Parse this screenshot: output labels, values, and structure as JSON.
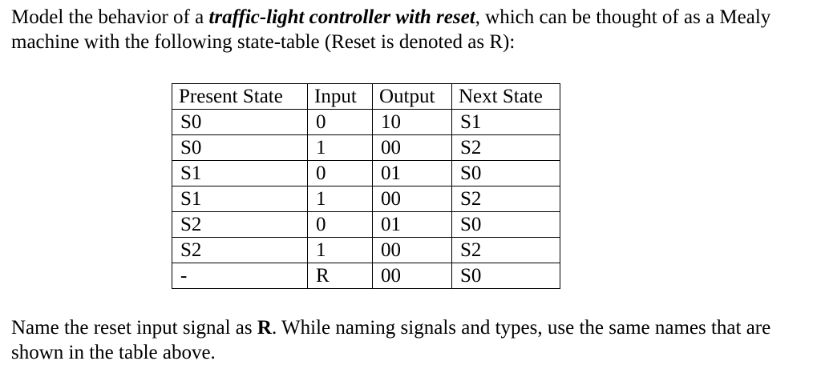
{
  "intro": {
    "part1": "Model the behavior of a ",
    "emphasis": "traffic-light controller with reset",
    "part2": ", which can be thought of as a Mealy machine with the following state-table (Reset is denoted as R):"
  },
  "table": {
    "headers": [
      "Present State",
      "Input",
      "Output",
      "Next State"
    ],
    "rows": [
      [
        "S0",
        "0",
        "10",
        "S1"
      ],
      [
        "S0",
        "1",
        "00",
        "S2"
      ],
      [
        "S1",
        "0",
        "01",
        "S0"
      ],
      [
        "S1",
        "1",
        "00",
        "S2"
      ],
      [
        "S2",
        "0",
        "01",
        "S0"
      ],
      [
        "S2",
        "1",
        "00",
        "S2"
      ],
      [
        "-",
        "R",
        "00",
        "S0"
      ]
    ]
  },
  "outro": {
    "part1": "Name the reset input signal as ",
    "signal": "R",
    "part2": ". While naming signals and types, use the same names that are shown in the table above."
  }
}
